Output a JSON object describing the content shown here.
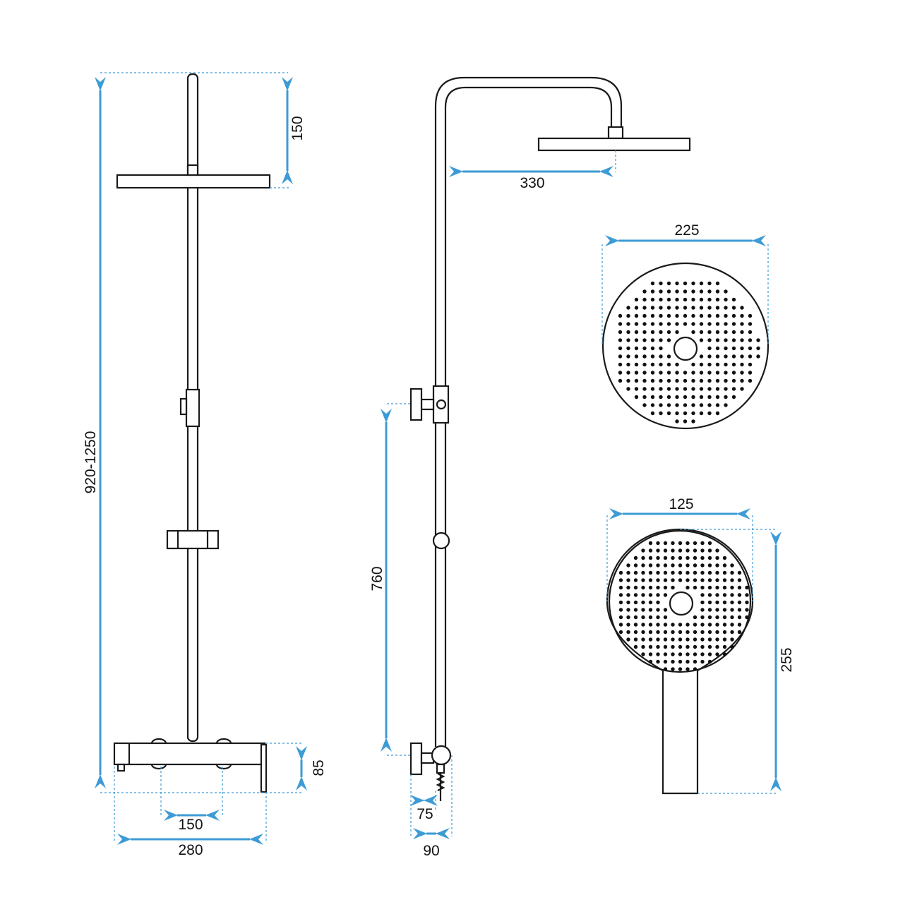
{
  "colors": {
    "dimension": "#3d9bd6",
    "outline": "#1a1a1a"
  },
  "dimensions": {
    "total_height": "920-1250",
    "head_drop": "150",
    "arm_reach": "330",
    "valve_to_holder": "760",
    "mixer_height": "85",
    "inlet_spacing": "150",
    "mixer_width": "280",
    "wall_offset_75": "75",
    "wall_offset_90": "90",
    "head_diameter": "225",
    "hand_diameter": "125",
    "hand_length": "255"
  }
}
